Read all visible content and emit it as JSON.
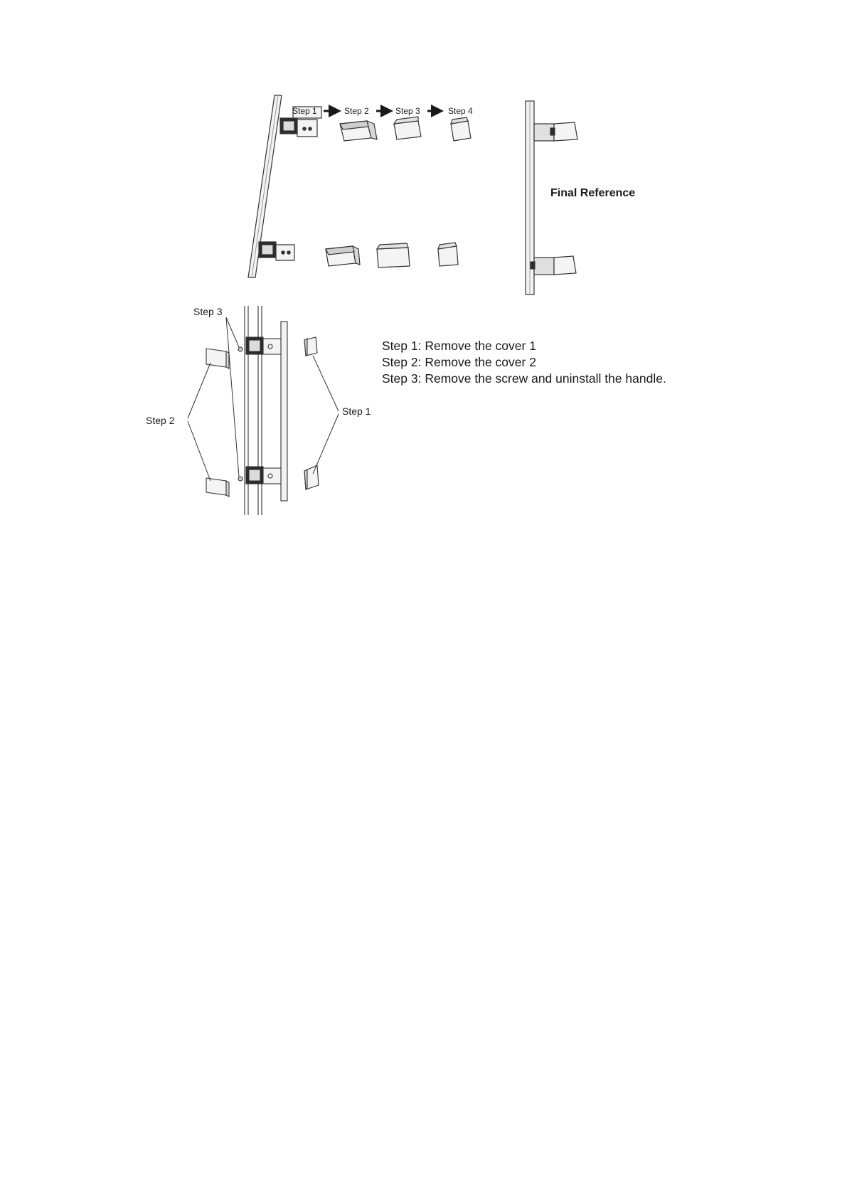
{
  "top_figure": {
    "sequence_labels": [
      "Step 1",
      "Step 2",
      "Step 3",
      "Step 4"
    ],
    "final_reference_label": "Final Reference"
  },
  "bottom_figure": {
    "step3_label": "Step 3",
    "step2_label": "Step 2",
    "step1_label": "Step 1"
  },
  "instructions": [
    "Step 1: Remove the cover 1",
    "Step 2: Remove the cover 2",
    "Step 3: Remove the screw and uninstall the handle."
  ],
  "colors": {
    "line": "#333333",
    "fill_light": "#ececec",
    "fill_dark": "#2b2b2b",
    "text": "#1a1a1a"
  }
}
